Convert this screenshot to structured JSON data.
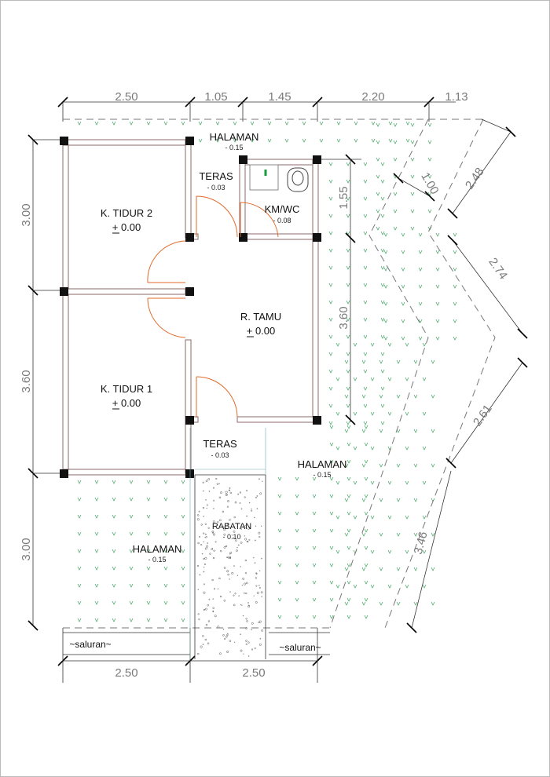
{
  "dimensions": {
    "top": [
      "2.50",
      "1.05",
      "1.45",
      "2.20",
      "1.13"
    ],
    "bottom": [
      "2.50",
      "2.50"
    ],
    "left": [
      "3.00",
      "3.60",
      "3.00"
    ],
    "inner_right": [
      "1.55",
      "3.60"
    ],
    "diagonal": [
      "1.00",
      "2.48",
      "2.74",
      "2.61",
      "3.46"
    ]
  },
  "rooms": {
    "tidur2": {
      "name": "K. TIDUR 2",
      "level": "+ 0.00"
    },
    "tidur1": {
      "name": "K. TIDUR 1",
      "level": "+ 0.00"
    },
    "tamu": {
      "name": "R. TAMU",
      "level": "+ 0.00"
    },
    "kmwc": {
      "name": "KM/WC",
      "level": "- 0.08"
    },
    "teras_top": {
      "name": "TERAS",
      "level": "- 0.03"
    },
    "teras_bottom": {
      "name": "TERAS",
      "level": "- 0.03"
    },
    "halaman_top": {
      "name": "HALAMAN",
      "level": "- 0.15"
    },
    "halaman_right": {
      "name": "HALAMAN",
      "level": "- 0.15"
    },
    "halaman_left": {
      "name": "HALAMAN",
      "level": "- 0.15"
    },
    "rabatan": {
      "name": "RABATAN",
      "level": "- 0.10"
    }
  },
  "saluran": {
    "left": "~saluran~",
    "right": "~saluran~"
  }
}
